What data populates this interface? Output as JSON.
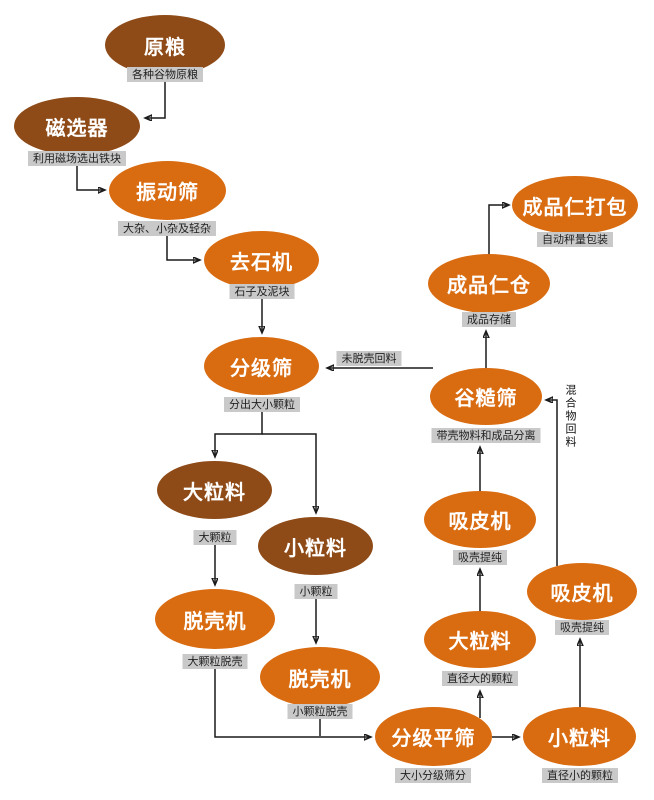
{
  "diagram": {
    "nodes": {
      "raw_grain": {
        "label": "原粮",
        "desc": "各种谷物原粮"
      },
      "magnetic_separator": {
        "label": "磁选器",
        "desc": "利用磁场选出铁块"
      },
      "vibrating_screen": {
        "label": "振动筛",
        "desc": "大杂、小杂及轻杂"
      },
      "destoner": {
        "label": "去石机",
        "desc": "石子及泥块"
      },
      "grading_screen": {
        "label": "分级筛",
        "desc": "分出大小颗粒"
      },
      "large_particles_left": {
        "label": "大粒料",
        "desc": "大颗粒"
      },
      "small_particles_left": {
        "label": "小粒料",
        "desc": "小颗粒"
      },
      "husker_large": {
        "label": "脱壳机",
        "desc": "大颗粒脱壳"
      },
      "husker_small": {
        "label": "脱壳机",
        "desc": "小颗粒脱壳"
      },
      "grading_flat_screen": {
        "label": "分级平筛",
        "desc": "大小分级筛分"
      },
      "small_particles_right": {
        "label": "小粒料",
        "desc": "直径小的颗粒"
      },
      "large_particles_right": {
        "label": "大粒料",
        "desc": "直径大的颗粒"
      },
      "peel_suction_left": {
        "label": "吸皮机",
        "desc": "吸壳提纯"
      },
      "peel_suction_right": {
        "label": "吸皮机",
        "desc": "吸壳提纯"
      },
      "paddy_screen": {
        "label": "谷糙筛",
        "desc": "带壳物料和成品分离"
      },
      "finished_kernel_bin": {
        "label": "成品仁仓",
        "desc": "成品存储"
      },
      "finished_kernel_packing": {
        "label": "成品仁打包",
        "desc": "自动秤量包装"
      }
    },
    "edge_labels": {
      "unhusked_return": "未脱壳回料",
      "mixture_return": "混合物回料"
    },
    "colors": {
      "dark_node": "#8e4a17",
      "orange_node": "#d96b10",
      "label_bg": "#c9c9c9",
      "label_text": "#222222",
      "line": "#1a1a1a"
    }
  }
}
